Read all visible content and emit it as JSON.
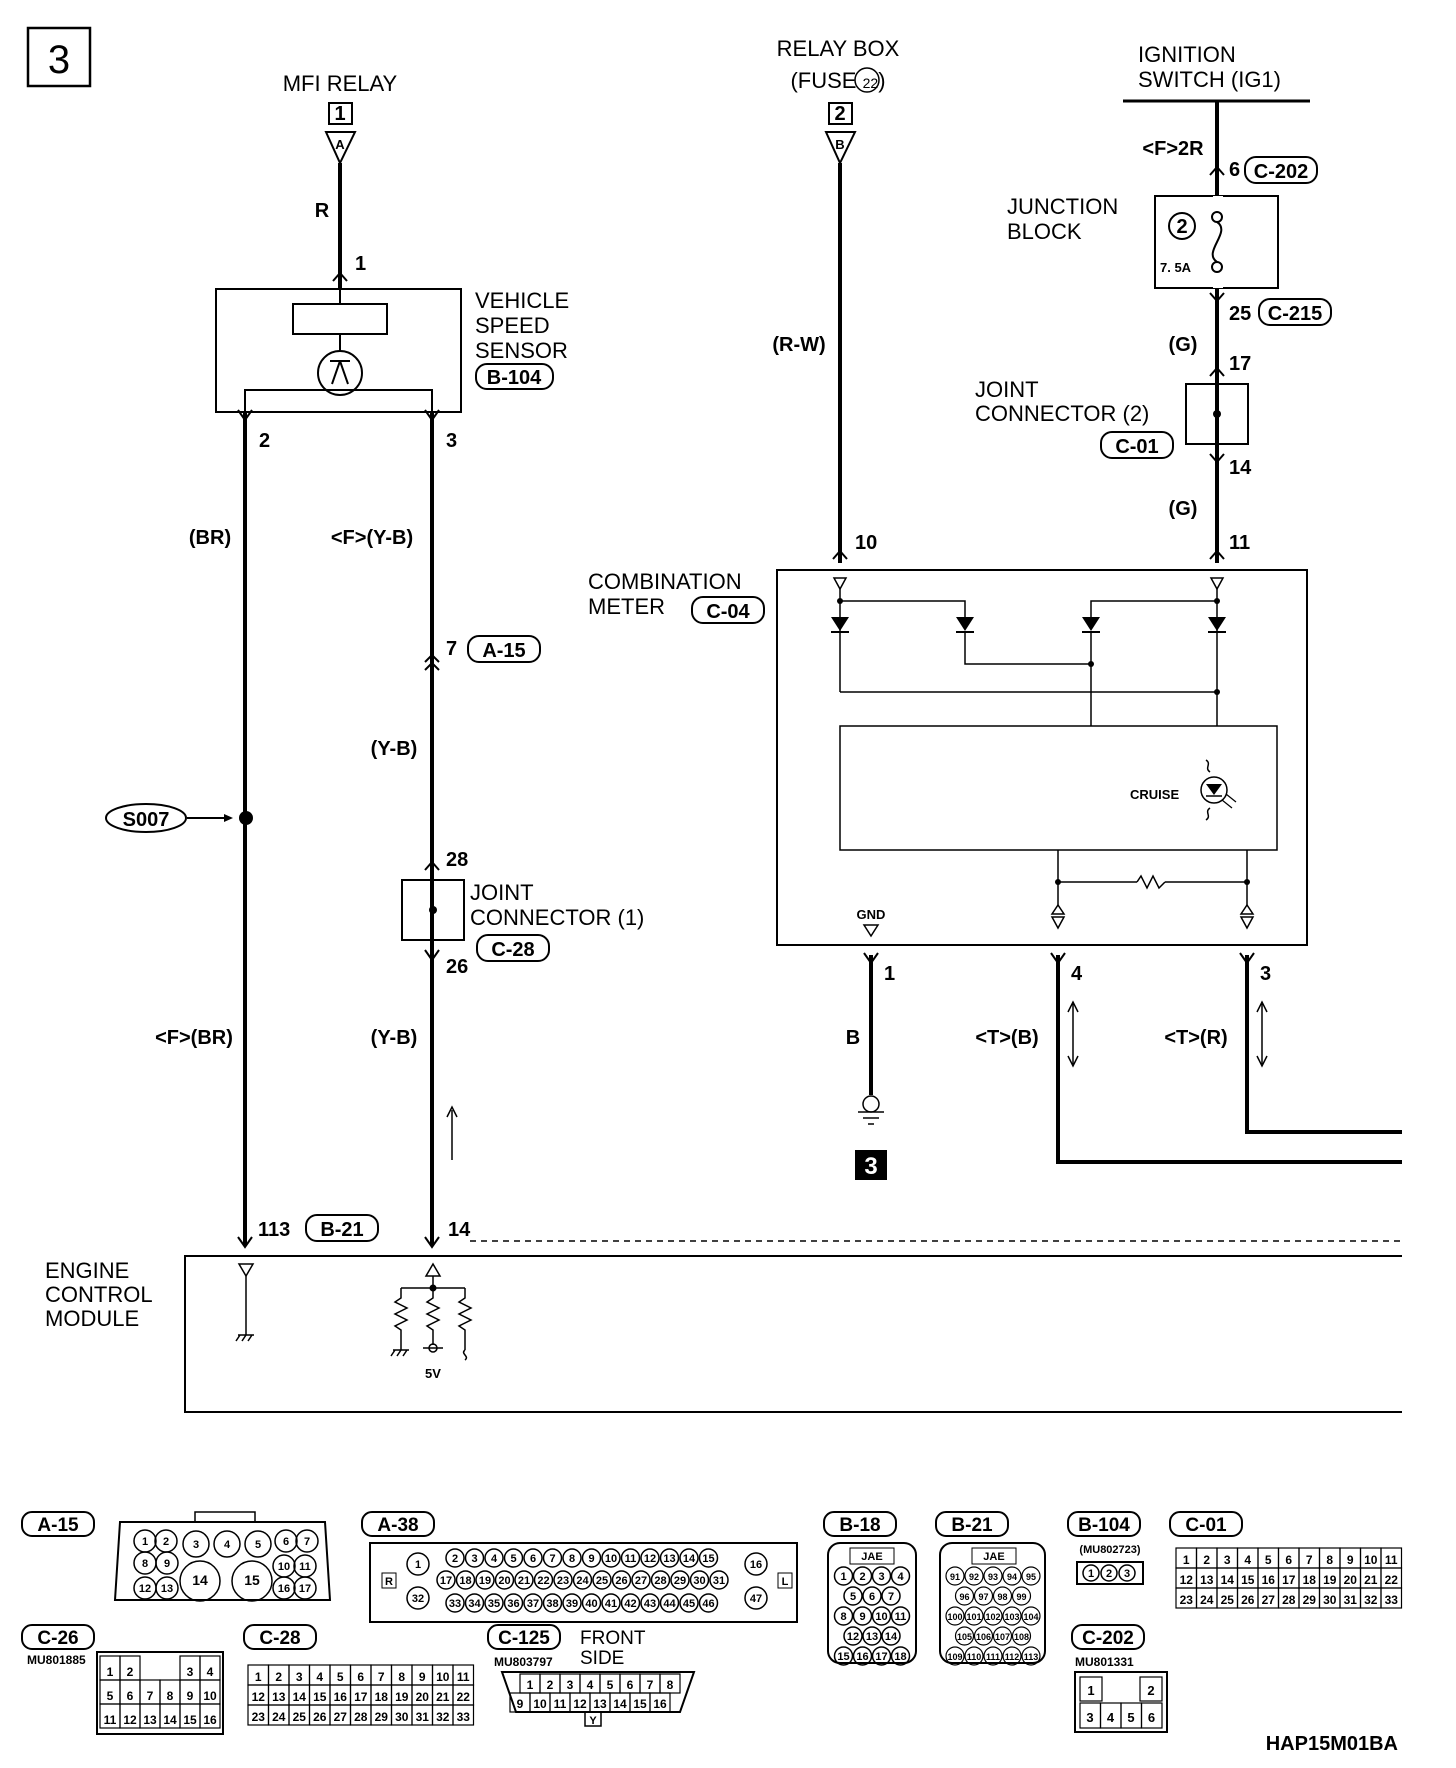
{
  "page_number": "3",
  "figure_code": "HAP15M01BA",
  "components": {
    "mfi_relay": "MFI RELAY",
    "relay_box": [
      "RELAY BOX",
      "(FUSE ©)"
    ],
    "fuse_num": "22",
    "ignition_switch": [
      "IGNITION",
      "SWITCH (IG1)"
    ],
    "junction_block": [
      "JUNCTION",
      "BLOCK"
    ],
    "jb_fuse_num": "2",
    "jb_fuse_rating": "7. 5A",
    "vss": [
      "VEHICLE",
      "SPEED",
      "SENSOR"
    ],
    "joint_conn_2": [
      "JOINT",
      "CONNECTOR (2)"
    ],
    "joint_conn_1": [
      "JOINT",
      "CONNECTOR (1)"
    ],
    "combo_meter": [
      "COMBINATION",
      "METER"
    ],
    "ecm": [
      "ENGINE",
      "CONTROL",
      "MODULE"
    ],
    "cruise": "CRUISE",
    "gnd": "GND",
    "five_v": "5V",
    "splice": "S007",
    "ground_num": "3",
    "front_side": [
      "FRONT",
      "SIDE"
    ]
  },
  "connector_refs": {
    "vss": "B-104",
    "ecm": "B-21",
    "a15": "A-15",
    "jc1": "C-28",
    "jc2": "C-01",
    "meter": "C-04",
    "ig": "C-202",
    "jb": "C-215"
  },
  "source_marks": {
    "mfi_box": "1",
    "mfi_letter": "A",
    "relay_box": "2",
    "relay_letter": "B"
  },
  "pins": {
    "vss_1": "1",
    "vss_2": "2",
    "vss_3": "3",
    "a15_7": "7",
    "jc1_28": "28",
    "jc1_26": "26",
    "ecm_113": "113",
    "ecm_14": "14",
    "meter_10": "10",
    "meter_11": "11",
    "meter_1": "1",
    "meter_4": "4",
    "meter_3": "3",
    "ig_6": "6",
    "jb_25": "25",
    "jc2_17": "17",
    "jc2_14": "14"
  },
  "wires": {
    "r": "R",
    "br": "(BR)",
    "fyb": "<F>(Y-B)",
    "yb1": "(Y-B)",
    "fbr": "<F>(BR)",
    "yb2": "(Y-B)",
    "rw": "(R-W)",
    "f2r": "<F>2R",
    "g1": "(G)",
    "g2": "(G)",
    "b": "B",
    "tb": "<T>(B)",
    "tr": "<T>(R)"
  },
  "connector_legend": [
    {
      "id": "A-15"
    },
    {
      "id": "A-38"
    },
    {
      "id": "B-18",
      "maker": "JAE"
    },
    {
      "id": "B-21",
      "maker": "JAE"
    },
    {
      "id": "B-104",
      "part": "(MU802723)"
    },
    {
      "id": "C-01"
    },
    {
      "id": "C-26",
      "part": "MU801885"
    },
    {
      "id": "C-28"
    },
    {
      "id": "C-125",
      "part": "MU803797"
    },
    {
      "id": "C-202",
      "part": "MU801331"
    }
  ],
  "legend_pins": {
    "a15": [
      "1",
      "2",
      "3",
      "4",
      "5",
      "6",
      "7",
      "8",
      "9",
      "10",
      "11",
      "12",
      "13",
      "14",
      "15",
      "16",
      "17"
    ],
    "a38_top": [
      "2",
      "3",
      "4",
      "5",
      "6",
      "7",
      "8",
      "9",
      "10",
      "11",
      "12",
      "13",
      "14",
      "15"
    ],
    "a38_mid": [
      "17",
      "18",
      "19",
      "20",
      "21",
      "22",
      "23",
      "24",
      "25",
      "26",
      "27",
      "28",
      "29",
      "30",
      "31"
    ],
    "a38_bot": [
      "33",
      "34",
      "35",
      "36",
      "37",
      "38",
      "39",
      "40",
      "41",
      "42",
      "43",
      "44",
      "45",
      "46"
    ],
    "a38_left": [
      "1",
      "32"
    ],
    "a38_right": [
      "16",
      "47"
    ],
    "a38_r": "R",
    "a38_l": "L",
    "b18": [
      [
        "1",
        "2",
        "3",
        "4"
      ],
      [
        "5",
        "6",
        "7"
      ],
      [
        "8",
        "9",
        "10",
        "11"
      ],
      [
        "12",
        "13",
        "14"
      ],
      [
        "15",
        "16",
        "17",
        "18"
      ]
    ],
    "b21": [
      [
        "91",
        "92",
        "93",
        "94",
        "95"
      ],
      [
        "96",
        "97",
        "98",
        "99"
      ],
      [
        "100",
        "101",
        "102",
        "103",
        "104"
      ],
      [
        "105",
        "106",
        "107",
        "108"
      ],
      [
        "109",
        "110",
        "111",
        "112",
        "113"
      ]
    ],
    "b104": [
      "1",
      "2",
      "3"
    ],
    "c01": [
      [
        "1",
        "2",
        "3",
        "4",
        "5",
        "6",
        "7",
        "8",
        "9",
        "10",
        "11"
      ],
      [
        "12",
        "13",
        "14",
        "15",
        "16",
        "17",
        "18",
        "19",
        "20",
        "21",
        "22"
      ],
      [
        "23",
        "24",
        "25",
        "26",
        "27",
        "28",
        "29",
        "30",
        "31",
        "32",
        "33"
      ]
    ],
    "c26": [
      [
        "1",
        "2",
        "",
        "",
        "3",
        "4"
      ],
      [
        "5",
        "6",
        "7",
        "8",
        "9",
        "10"
      ],
      [
        "11",
        "12",
        "13",
        "14",
        "15",
        "16"
      ]
    ],
    "c28": [
      [
        "1",
        "2",
        "3",
        "4",
        "5",
        "6",
        "7",
        "8",
        "9",
        "10",
        "11"
      ],
      [
        "12",
        "13",
        "14",
        "15",
        "16",
        "17",
        "18",
        "19",
        "20",
        "21",
        "22"
      ],
      [
        "23",
        "24",
        "25",
        "26",
        "27",
        "28",
        "29",
        "30",
        "31",
        "32",
        "33"
      ]
    ],
    "c125": [
      [
        "1",
        "2",
        "3",
        "4",
        "5",
        "6",
        "7",
        "8"
      ],
      [
        "9",
        "10",
        "11",
        "12",
        "13",
        "14",
        "15",
        "16"
      ]
    ],
    "c125_key": "Y",
    "c202": [
      [
        "1",
        "",
        "2"
      ],
      [
        "3",
        "4",
        "5",
        "6"
      ]
    ]
  }
}
